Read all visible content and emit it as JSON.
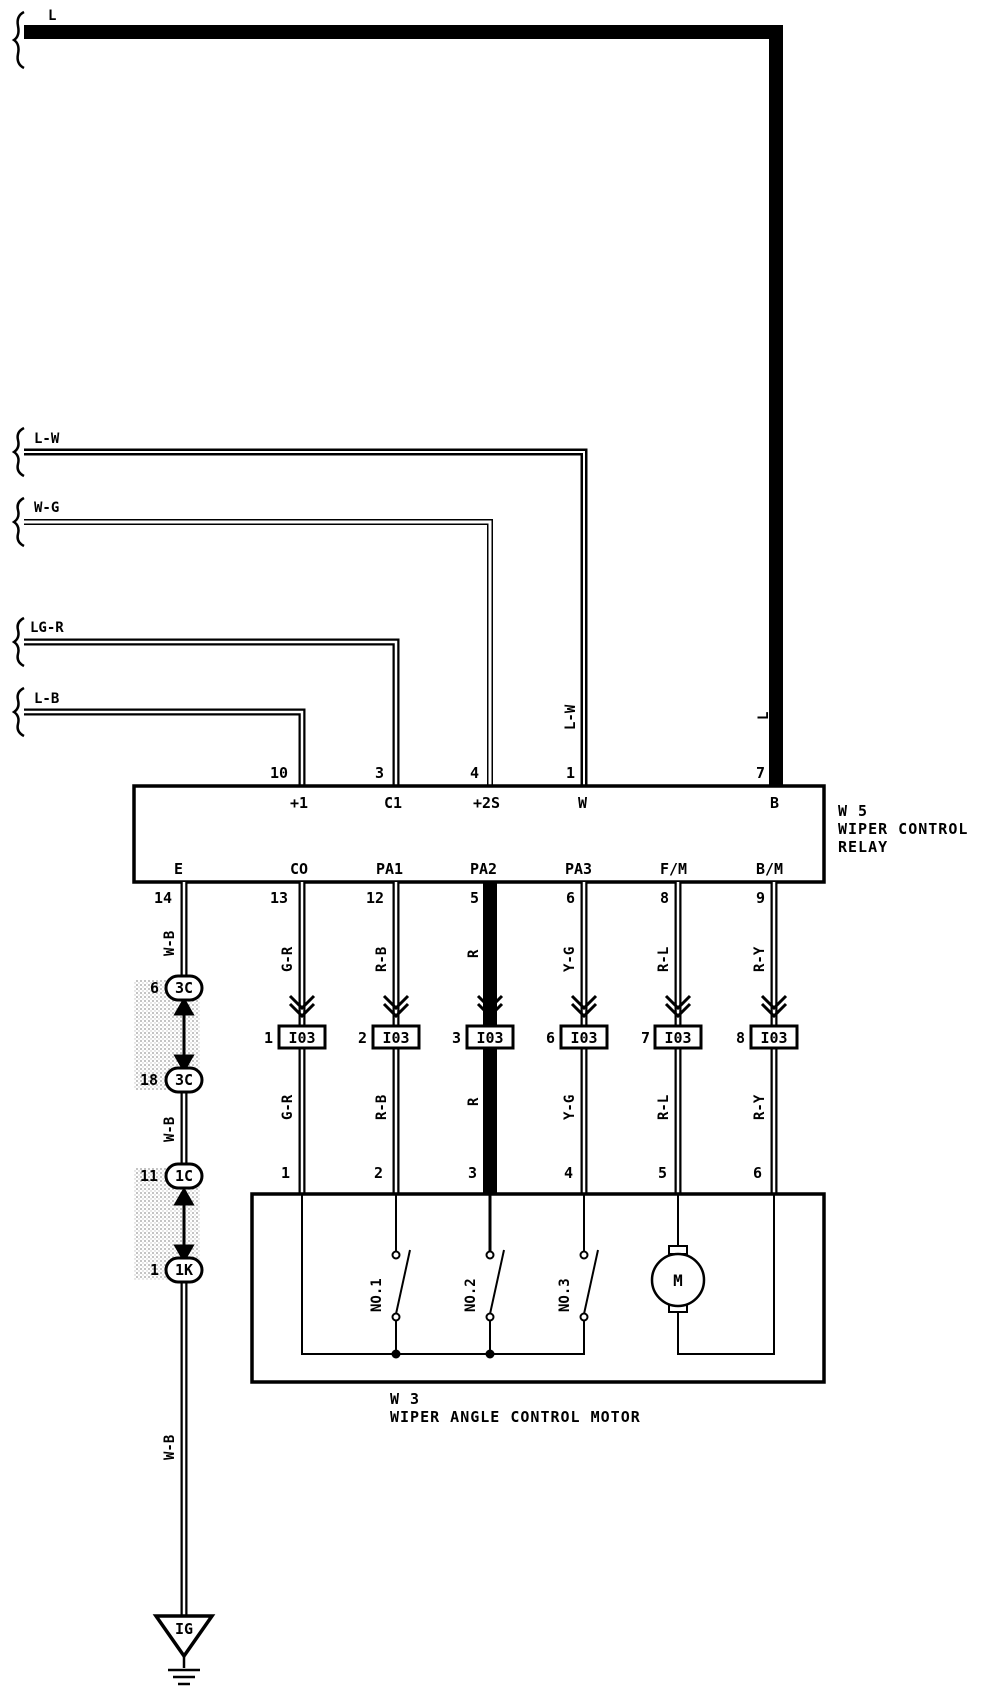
{
  "left_wires": [
    {
      "label": "L"
    },
    {
      "label": "L-W"
    },
    {
      "label": "W-G"
    },
    {
      "label": "LG-R"
    },
    {
      "label": "L-B"
    }
  ],
  "relay": {
    "code": "W 5",
    "name_line1": "WIPER CONTROL",
    "name_line2": "RELAY",
    "top_pins": [
      {
        "num": "10",
        "term": "+1"
      },
      {
        "num": "3",
        "term": "C1"
      },
      {
        "num": "4",
        "term": "+2S"
      },
      {
        "num": "1",
        "term": "W"
      },
      {
        "num": "7",
        "term": "B"
      }
    ],
    "bottom_pins": [
      {
        "num": "14",
        "term": "E"
      },
      {
        "num": "13",
        "term": "CO"
      },
      {
        "num": "12",
        "term": "PA1"
      },
      {
        "num": "5",
        "term": "PA2"
      },
      {
        "num": "6",
        "term": "PA3"
      },
      {
        "num": "8",
        "term": "F/M"
      },
      {
        "num": "9",
        "term": "B/M"
      }
    ]
  },
  "vertical_wire_labels": {
    "w_in": "L-W",
    "b_in": "L",
    "ground_upper": "W-B",
    "ground_mid": "W-B",
    "ground_lower": "W-B"
  },
  "branch_wires": [
    {
      "upper_label": "G-R",
      "lower_label": "G-R",
      "conn_pin": "1",
      "conn": "I03",
      "motor_pin": "1"
    },
    {
      "upper_label": "R-B",
      "lower_label": "R-B",
      "conn_pin": "2",
      "conn": "I03",
      "motor_pin": "2"
    },
    {
      "upper_label": "R",
      "lower_label": "R",
      "conn_pin": "3",
      "conn": "I03",
      "motor_pin": "3"
    },
    {
      "upper_label": "Y-G",
      "lower_label": "Y-G",
      "conn_pin": "6",
      "conn": "I03",
      "motor_pin": "4"
    },
    {
      "upper_label": "R-L",
      "lower_label": "R-L",
      "conn_pin": "7",
      "conn": "I03",
      "motor_pin": "5"
    },
    {
      "upper_label": "R-Y",
      "lower_label": "R-Y",
      "conn_pin": "8",
      "conn": "I03",
      "motor_pin": "6"
    }
  ],
  "ground_connectors": [
    {
      "pin": "6",
      "code": "3C"
    },
    {
      "pin": "18",
      "code": "3C"
    },
    {
      "pin": "11",
      "code": "1C"
    },
    {
      "pin": "1",
      "code": "1K"
    }
  ],
  "motor": {
    "code": "W 3",
    "name": "WIPER ANGLE CONTROL MOTOR",
    "switches": [
      "NO.1",
      "NO.2",
      "NO.3"
    ],
    "motor_symbol": "M"
  },
  "ground_point": {
    "code": "IG"
  }
}
